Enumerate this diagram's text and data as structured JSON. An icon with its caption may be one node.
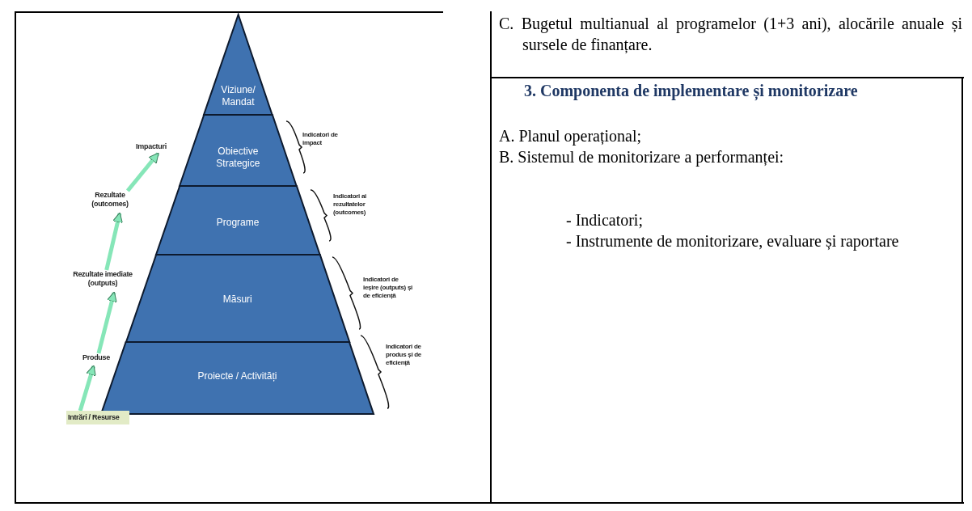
{
  "diagram": {
    "nodes": [
      {
        "text": [
          "Viziune/ Mandat"
        ]
      },
      {
        "text": [
          "Obiective Strategice"
        ]
      },
      {
        "text": [
          "Programe"
        ]
      },
      {
        "text": [
          "Măsuri"
        ]
      },
      {
        "text": [
          "Proiecte / Activități"
        ]
      },
      {
        "text": [
          "Impacturi"
        ]
      },
      {
        "text": [
          "Rezultate (outcomes)"
        ]
      },
      {
        "text": [
          "Rezultate imediate (outputs)"
        ]
      },
      {
        "text": [
          "Produse"
        ]
      },
      {
        "text": [
          "Intrări / Resurse"
        ]
      }
    ],
    "edges": [
      {
        "from": 9,
        "to": 8,
        "arrow": "to"
      },
      {
        "from": 8,
        "to": 7,
        "arrow": "to"
      },
      {
        "from": 7,
        "to": 6,
        "arrow": "to"
      },
      {
        "from": 6,
        "to": 5,
        "arrow": "to"
      }
    ],
    "labels": [
      "Indicatori de impact",
      "Indicatori ai rezultatelor (outcomes)",
      "Indicatori de ieșire (outputs) și de eficiență",
      "Indicatori de produs și de eficiență",
      "C. Bugetul multianual al programelor (1+3 ani), alocările anuale și sursele de finanțare.",
      "3. Componenta de implementare și monitorizare",
      "A. Planul operațional;",
      "B. Sistemul de monitorizare a performanței:",
      "- Indicatori;",
      "- Instrumente de monitorizare, evaluare și raportare"
    ]
  }
}
